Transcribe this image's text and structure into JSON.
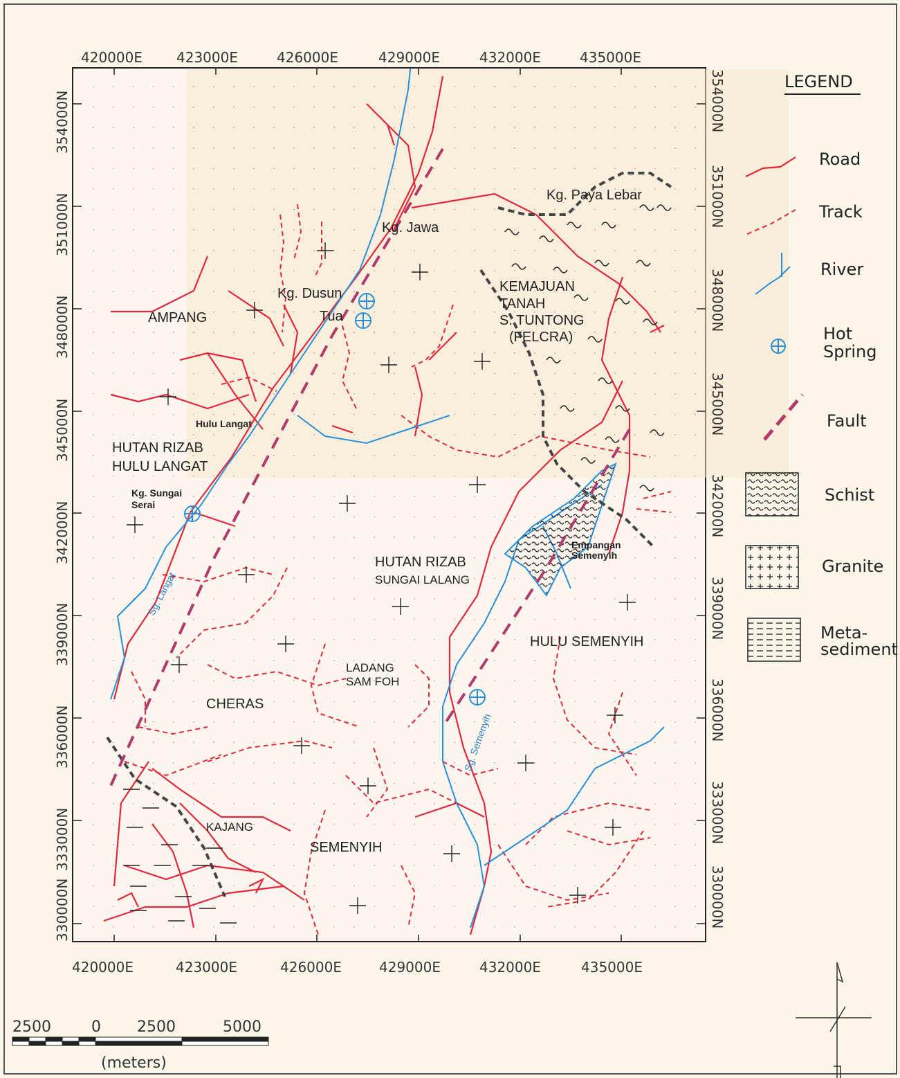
{
  "eastings": [
    "420000E",
    "423000E",
    "426000E",
    "429000E",
    "432000E",
    "435000E"
  ],
  "northings": [
    "354000N",
    "351000N",
    "348000N",
    "345000N",
    "342000N",
    "339000N",
    "336000N",
    "333000N",
    "330000N"
  ],
  "places": {
    "kg_paya_lebar": "Kg. Paya Lebar",
    "kg_jawa": "Kg. Jawa",
    "kg_dusun": "Kg. Dusun",
    "tua": "Tua",
    "ampang": "AMPANG",
    "kemajuan": "KEMAJUAN",
    "tanah": "TANAH",
    "s_tuntong": "S. TUNTONG",
    "felcra": "(FELCRA)",
    "hulu_langat_small": "Hulu Langat",
    "hutan_rizab": "HUTAN RIZAB",
    "hulu_langat": "HULU LANGAT",
    "kg_sungai": "Kg. Sungai",
    "serai": "Serai",
    "empangan": "Empangan",
    "semenyih_dam": "Semenyih",
    "hutan_rizab_2": "HUTAN RIZAB",
    "sungai_lalang": "SUNGAI LALANG",
    "hulu_semenyih": "HULU SEMENYIH",
    "ladang": "LADANG",
    "sam_foh": "SAM FOH",
    "cheras": "CHERAS",
    "kajang": "KAJANG",
    "semenyih": "SEMENYIH",
    "sg_langat": "Sg. Langat",
    "sg_semenyih": "Sg. Semenyih"
  },
  "legend": {
    "title": "LEGEND",
    "items": [
      {
        "key": "road",
        "label": "Road"
      },
      {
        "key": "track",
        "label": "Track"
      },
      {
        "key": "river",
        "label": "River"
      },
      {
        "key": "hot_spring",
        "label": "Hot",
        "label2": "Spring"
      },
      {
        "key": "fault",
        "label": "Fault"
      },
      {
        "key": "schist",
        "label": "Schist"
      },
      {
        "key": "granite",
        "label": "Granite"
      },
      {
        "key": "metasediment",
        "label": "Meta-",
        "label2": "sediment"
      }
    ]
  },
  "scale": {
    "labels": [
      "2500",
      "0",
      "2500",
      "5000"
    ],
    "unit": "(meters)"
  },
  "colors": {
    "road": "#e0283a",
    "track": "#e0283a",
    "river": "#2a8fd6",
    "fault": "#b23a6a",
    "boundary": "#444444"
  }
}
